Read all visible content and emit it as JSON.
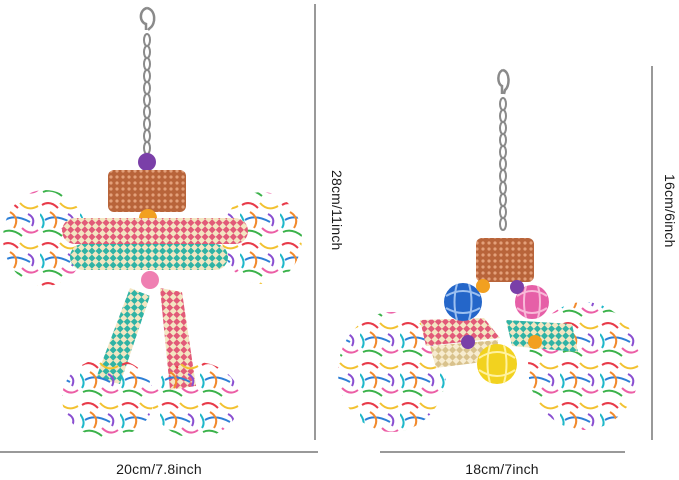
{
  "product_left": {
    "width_label": "20cm/7.8inch",
    "height_label": "28cm/11inch"
  },
  "product_right": {
    "width_label": "18cm/7inch",
    "height_label": "16cm/6inch"
  },
  "colors": {
    "background": "#ffffff",
    "dimension_line": "#333333",
    "copper": "#b8643a",
    "chain": "#8a8a8a",
    "teal_weave": "#2fb3a5",
    "pink_weave": "#e25a78",
    "straw": "#f2e2b6"
  }
}
